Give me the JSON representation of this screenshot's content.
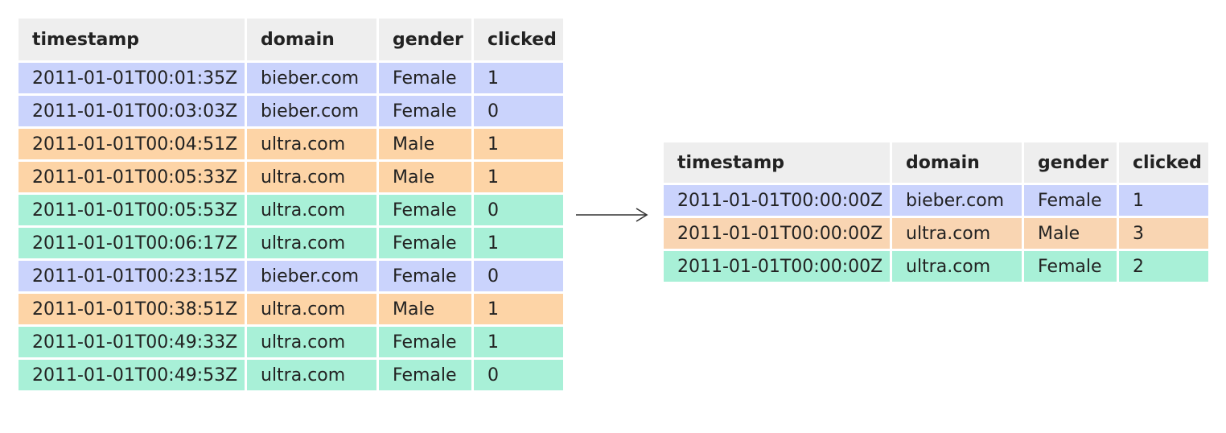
{
  "raw_table": {
    "columns": [
      "timestamp",
      "domain",
      "gender",
      "clicked"
    ],
    "rows": [
      {
        "group": "bieber",
        "cells": [
          "2011-01-01T00:01:35Z",
          "bieber.com",
          "Female",
          "1"
        ]
      },
      {
        "group": "bieber",
        "cells": [
          "2011-01-01T00:03:03Z",
          "bieber.com",
          "Female",
          "0"
        ]
      },
      {
        "group": "ultra-male",
        "cells": [
          "2011-01-01T00:04:51Z",
          "ultra.com",
          "Male",
          "1"
        ]
      },
      {
        "group": "ultra-male",
        "cells": [
          "2011-01-01T00:05:33Z",
          "ultra.com",
          "Male",
          "1"
        ]
      },
      {
        "group": "ultra-female",
        "cells": [
          "2011-01-01T00:05:53Z",
          "ultra.com",
          "Female",
          "0"
        ]
      },
      {
        "group": "ultra-female",
        "cells": [
          "2011-01-01T00:06:17Z",
          "ultra.com",
          "Female",
          "1"
        ]
      },
      {
        "group": "bieber",
        "cells": [
          "2011-01-01T00:23:15Z",
          "bieber.com",
          "Female",
          "0"
        ]
      },
      {
        "group": "ultra-male",
        "cells": [
          "2011-01-01T00:38:51Z",
          "ultra.com",
          "Male",
          "1"
        ]
      },
      {
        "group": "ultra-female",
        "cells": [
          "2011-01-01T00:49:33Z",
          "ultra.com",
          "Female",
          "1"
        ]
      },
      {
        "group": "ultra-female",
        "cells": [
          "2011-01-01T00:49:53Z",
          "ultra.com",
          "Female",
          "0"
        ]
      }
    ]
  },
  "rollup_table": {
    "columns": [
      "timestamp",
      "domain",
      "gender",
      "clicked"
    ],
    "rows": [
      {
        "group": "bieber",
        "cells": [
          "2011-01-01T00:00:00Z",
          "bieber.com",
          "Female",
          "1"
        ]
      },
      {
        "group": "ultra-male",
        "cells": [
          "2011-01-01T00:00:00Z",
          "ultra.com",
          "Male",
          "3"
        ]
      },
      {
        "group": "ultra-female",
        "cells": [
          "2011-01-01T00:00:00Z",
          "ultra.com",
          "Female",
          "2"
        ]
      }
    ]
  },
  "colors": {
    "header_bg": "#eeeeee",
    "bieber_female": "#cad3fc",
    "ultra_male": "#fdd4a6",
    "ultra_female": "#a8f0d7",
    "arrow": "#333333"
  },
  "arrow_icon": "right-arrow-icon"
}
